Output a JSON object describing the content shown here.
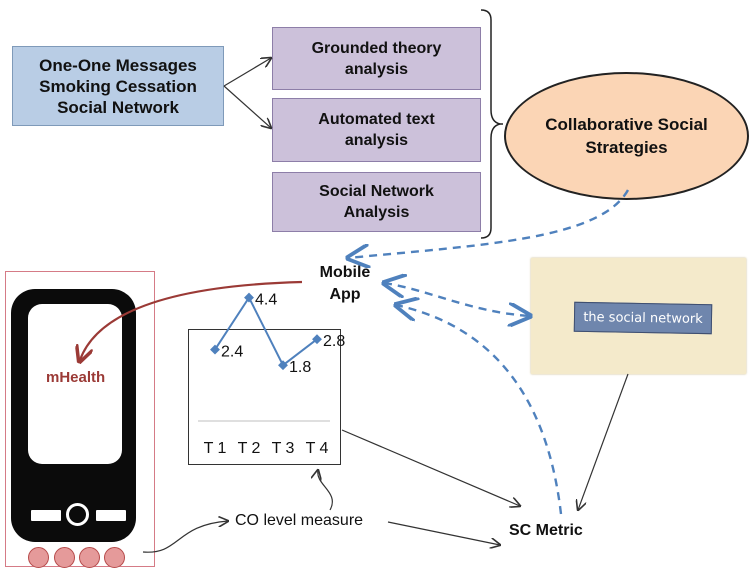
{
  "source_box": {
    "lines": [
      "One-One Messages",
      "Smoking Cessation",
      "Social Network"
    ]
  },
  "methods": [
    {
      "lines": [
        "Grounded theory",
        "analysis"
      ]
    },
    {
      "lines": [
        "Automated text",
        "analysis"
      ]
    },
    {
      "lines": [
        "Social Network",
        "Analysis"
      ]
    }
  ],
  "strategies": {
    "lines": [
      "Collaborative Social",
      "Strategies"
    ]
  },
  "mobile_app": {
    "lines": [
      "Mobile",
      "App"
    ]
  },
  "phone": {
    "screen_label": "mHealth"
  },
  "social_network_image": {
    "text": "the social network"
  },
  "co_measure": "CO level measure",
  "sc_metric": "SC Metric",
  "chart_data": {
    "type": "line",
    "categories": [
      "T 1",
      "T 2",
      "T 3",
      "T 4"
    ],
    "values": [
      2.4,
      4.4,
      1.8,
      2.8
    ],
    "data_labels": [
      "2.4",
      "4.4",
      "1.8",
      "2.8"
    ],
    "title": "",
    "xlabel": "",
    "ylabel": "",
    "ylim": [
      0,
      5
    ],
    "color": "#4f81bd",
    "grid": false,
    "legend": "none"
  }
}
